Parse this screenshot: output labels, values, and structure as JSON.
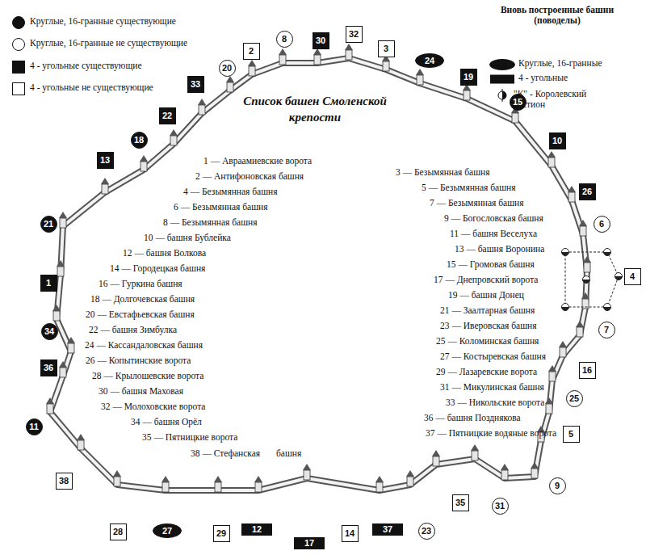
{
  "diagram": {
    "title": "Список башен Смоленской крепости",
    "nodes": [
      {
        "text": [
          "8"
        ]
      },
      {
        "text": [
          "30"
        ]
      },
      {
        "text": [
          "32"
        ]
      },
      {
        "text": [
          "3"
        ]
      },
      {
        "text": [
          "24"
        ]
      },
      {
        "text": [
          "19"
        ]
      },
      {
        "text": [
          "15"
        ]
      },
      {
        "text": [
          "10"
        ]
      },
      {
        "text": [
          "26"
        ]
      },
      {
        "text": [
          "6"
        ]
      },
      {
        "text": [
          "4"
        ]
      },
      {
        "text": [
          "7"
        ]
      },
      {
        "text": [
          "16"
        ]
      },
      {
        "text": [
          "25"
        ]
      },
      {
        "text": [
          "5"
        ]
      },
      {
        "text": [
          "9"
        ]
      },
      {
        "text": [
          "31"
        ]
      },
      {
        "text": [
          "35"
        ]
      },
      {
        "text": [
          "23"
        ]
      },
      {
        "text": [
          "37"
        ]
      },
      {
        "text": [
          "14"
        ]
      },
      {
        "text": [
          "17"
        ]
      },
      {
        "text": [
          "12"
        ]
      },
      {
        "text": [
          "29"
        ]
      },
      {
        "text": [
          "27"
        ]
      },
      {
        "text": [
          "28"
        ]
      },
      {
        "text": [
          "38"
        ]
      },
      {
        "text": [
          "11"
        ]
      },
      {
        "text": [
          "36"
        ]
      },
      {
        "text": [
          "34"
        ]
      },
      {
        "text": [
          "1"
        ]
      },
      {
        "text": [
          "21"
        ]
      },
      {
        "text": [
          "13"
        ]
      },
      {
        "text": [
          "18"
        ]
      },
      {
        "text": [
          "22"
        ]
      },
      {
        "text": [
          "33"
        ]
      },
      {
        "text": [
          "20"
        ]
      },
      {
        "text": [
          "2"
        ]
      }
    ],
    "labels": [
      "Вновь построенные башни (поводелы)",
      "1 — Авраамиевские ворота",
      "2 — Антифоновская башня",
      "4 — Безымянная башня",
      "6 — Безымянная башня",
      "8 — Безымянная башня",
      "10 — башня Бублейка",
      "12 — башня Волкова",
      "14 — Городецкая башня",
      "16 — Гуркина башня",
      "18 — Долгочевская башня",
      "20 — Евстафьевская башня",
      "22 — башня Зимбулка",
      "24 — Кассандаловская башня",
      "26 — Копытинские ворота",
      "28 — Крылошевские ворота",
      "30 — башня Маховая",
      "32 — Молоховские ворота",
      "34 — башня Орёл",
      "35 — Пятницкие ворота",
      "38 — Стефанская",
      "3 — Безымянная башня",
      "5 — Безымянная башня",
      "7 — Безымянная башня",
      "9 — Богословская башня",
      "11 — башня Веселуха",
      "13 — башня Воронина",
      "15 — Громовая башня",
      "17 — Днепровский ворота",
      "19 — башня Донец",
      "21 — Заалтарная башня",
      "23 — Иверовская башня",
      "25 — Коломинская башня",
      "27 — Костыревская башня",
      "29 — Лазаревские ворота",
      "31 — Микулинская башня",
      "33 — Никольские ворота",
      "36 — башня Позднякова",
      "37 — Пятницкие водяные ворота",
      "башня"
    ],
    "legend": [
      {
        "text": "Круглые, 16-гранные существующие"
      },
      {
        "text": "Круглые, 16-гранные не существующие"
      },
      {
        "text": "4 - угольные существующие"
      },
      {
        "text": "4 - угольные не существующие"
      },
      {
        "text": "Круглые, 16-гранные"
      },
      {
        "text": "4 - угольные"
      },
      {
        "text": "\"К\" - Королевский бастион"
      }
    ]
  }
}
